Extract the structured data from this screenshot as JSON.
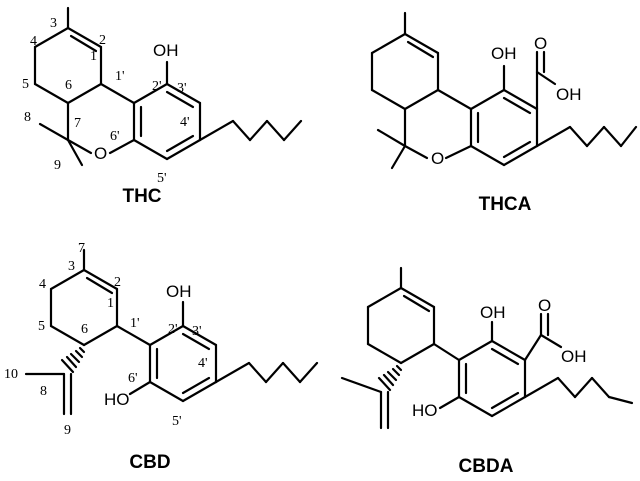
{
  "molecules": [
    {
      "name": "THC",
      "atoms": {
        "oh": "OH",
        "o": "O"
      },
      "numbers": {
        "n1": "1",
        "n2": "2",
        "n3": "3",
        "n4": "4",
        "n5": "5",
        "n6": "6",
        "n7": "7",
        "n8": "8",
        "n9": "9",
        "n1p": "1'",
        "n2p": "2'",
        "n3p": "3'",
        "n4p": "4'",
        "n5p": "5'",
        "n6p": "6'"
      }
    },
    {
      "name": "THCA",
      "atoms": {
        "oh": "OH",
        "o": "O",
        "cooh_o": "O",
        "cooh_oh": "OH"
      }
    },
    {
      "name": "CBD",
      "atoms": {
        "oh_top": "OH",
        "ho_bottom": "HO"
      },
      "numbers": {
        "n1": "1",
        "n2": "2",
        "n3": "3",
        "n4": "4",
        "n5": "5",
        "n6": "6",
        "n7": "7",
        "n8": "8",
        "n9": "9",
        "n10": "10",
        "n1p": "1'",
        "n2p": "2'",
        "n3p": "3'",
        "n4p": "4'",
        "n5p": "5'",
        "n6p": "6'"
      }
    },
    {
      "name": "CBDA",
      "atoms": {
        "oh_top": "OH",
        "ho_bottom": "HO",
        "cooh_o": "O",
        "cooh_oh": "OH"
      }
    }
  ]
}
